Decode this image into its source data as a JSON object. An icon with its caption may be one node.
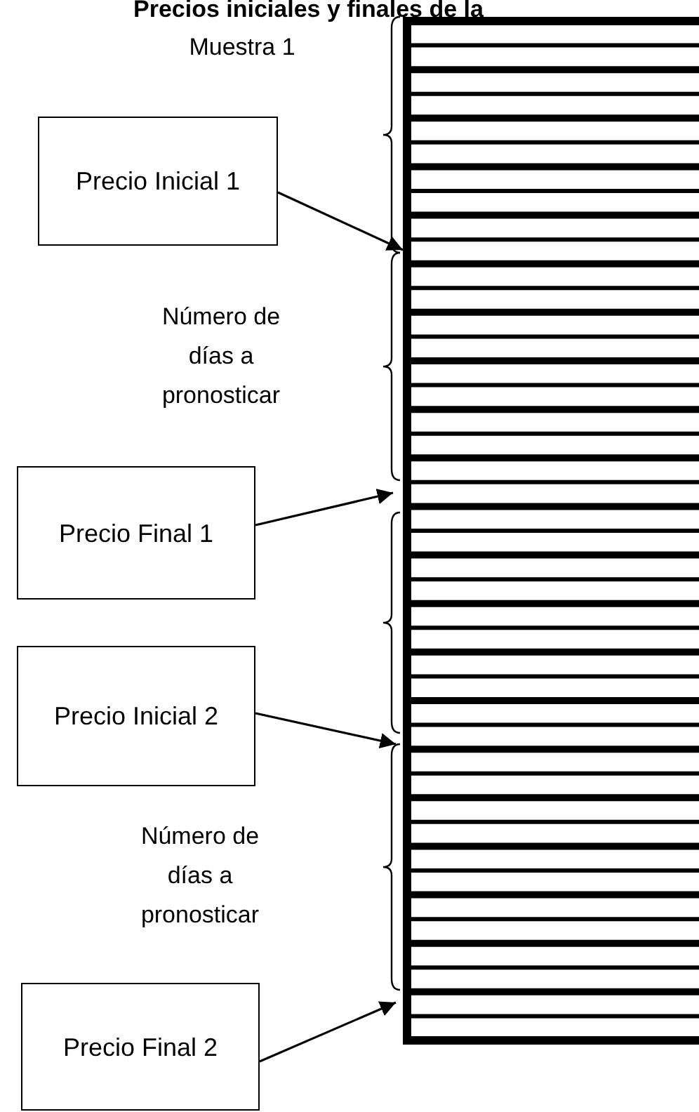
{
  "diagram": {
    "title": "Precios iniciales y finales de la",
    "nodes": [
      {
        "text": [
          "Precio Inicial 1"
        ]
      },
      {
        "text": [
          "Precio Final 1"
        ]
      },
      {
        "text": [
          "Precio Inicial 2"
        ]
      },
      {
        "text": [
          "Precio Final 2"
        ]
      },
      {
        "text": [],
        "shape": "box"
      }
    ],
    "edges": [
      {
        "from": 0,
        "to": 4,
        "arrow": "to"
      },
      {
        "from": 1,
        "to": 4,
        "arrow": "to"
      },
      {
        "from": 2,
        "to": 4,
        "arrow": "to"
      },
      {
        "from": 3,
        "to": 4,
        "arrow": "to"
      }
    ],
    "labels": [
      "Muestra 1",
      "Número de días a pronosticar",
      "Número de días a pronosticar"
    ]
  }
}
